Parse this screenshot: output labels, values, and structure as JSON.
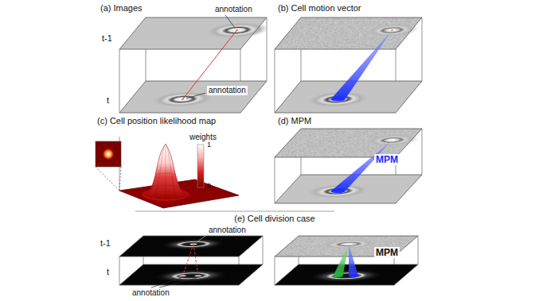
{
  "diagram": {
    "labels": [
      "(a) Images",
      "t-1",
      "annotation",
      "t",
      "annotation",
      "(b) Cell motion vector",
      "(c) Cell position likelihood map",
      "weights",
      "1",
      "0",
      "(d) MPM",
      "MPM",
      "(e) Cell division case",
      "t-1",
      "annotation",
      "t",
      "annotation",
      "MPM"
    ]
  }
}
